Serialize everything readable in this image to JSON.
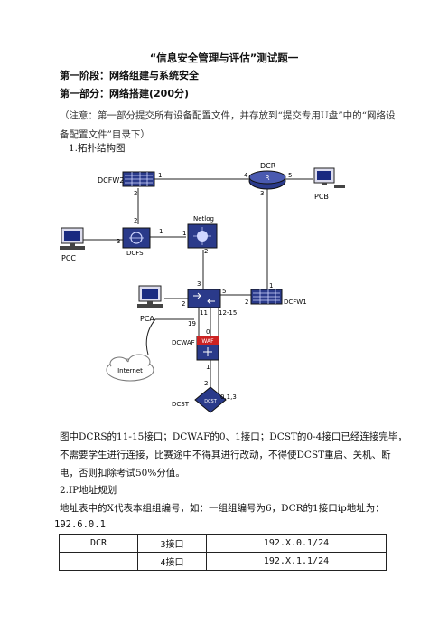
{
  "title": "“信息安全管理与评估”测试题一",
  "stage_heading": "第一阶段：网络组建与系统安全",
  "part_heading": "第一部分：网络搭建(200分)",
  "note_text": "（注意：第一部分提交所有设备配置文件，并存放到“提交专用U盘”中的“网络设备配置文件”目录下）",
  "section1_heading": "1.拓扑结构图",
  "diagram": {
    "devices": {
      "dcfw2": "DCFW2",
      "dcr": "DCR",
      "dcr_inner": "R",
      "pcb": "PCB",
      "netlog": "Netlog",
      "dcfs": "DCFS",
      "pcc": "PCC",
      "pca": "PCA",
      "dcfw1": "DCFW1",
      "dcwaf": "DCWAF",
      "waf": "WAF",
      "internet": "Internet",
      "dcst": "DCST",
      "dcst_inner": "DCST"
    },
    "ports": {
      "dcfw2_right": "1",
      "dcfw2_down": "2",
      "dcr_left": "4",
      "dcr_right": "5",
      "dcr_down": "3",
      "dcfs_up": "2",
      "dcfs_right": "1",
      "dcfs_left": "3",
      "netlog_left": "1",
      "netlog_down": "2",
      "dcrs_up": "3",
      "dcrs_right": "5",
      "dcrs_left": "2",
      "dcrs_11": "11",
      "dcrs_1215": "12-15",
      "dcrs_19": "19",
      "dcfw1_up": "1",
      "dcfw1_left": "2",
      "waf_up": "0",
      "waf_down": "1",
      "dcst_up": "2",
      "dcst_right": "0,1,3"
    }
  },
  "para1": "图中DCRS的11-15接口；DCWAF的0、1接口；DCST的0-4接口已经连接完毕，不需要学生进行连接，比赛途中不得其进行改动，不得使DCST重启、关机、断电，否则扣除考试50%分值。",
  "section2_heading": "2.IP地址规划",
  "para2": "地址表中的X代表本组组编号，如：一组组编号为6，DCR的1接口ip地址为：",
  "para2_ip": "192.6.0.1",
  "table": [
    [
      "DCR",
      "3接口",
      "192.X.0.1/24"
    ],
    [
      "",
      "4接口",
      "192.X.1.1/24"
    ]
  ]
}
